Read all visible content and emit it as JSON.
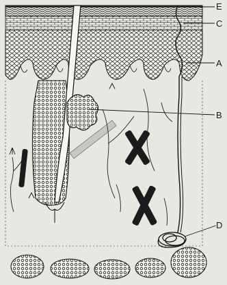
{
  "diagram": {
    "labels": {
      "E": "E",
      "C": "C",
      "A": "A",
      "B": "B",
      "D": "D"
    },
    "colors": {
      "paper": "#e9e7e2",
      "ink": "#1a1a1a",
      "cell_fill": "#f7f6f2",
      "dark_band": "#2a2a2a"
    }
  }
}
